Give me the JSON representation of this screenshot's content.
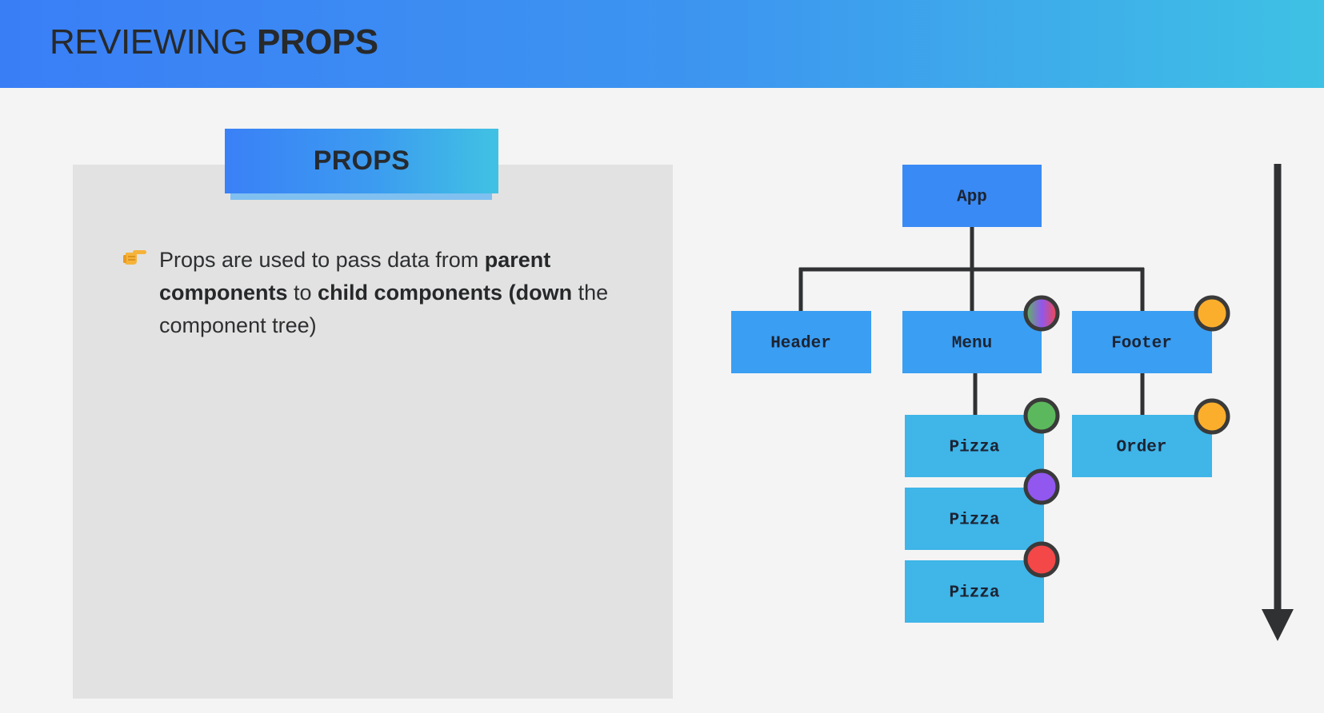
{
  "header": {
    "title_light": "REVIEWING ",
    "title_bold": "PROPS"
  },
  "card": {
    "tab_label": "PROPS",
    "bullet_icon": "pointing-hand-icon",
    "bullet": {
      "t1": "Props are used to pass data from ",
      "b1": "parent components",
      "t2": " to ",
      "b2": "child components",
      "t3": " ",
      "b3": "(down",
      "t4": " the component tree)"
    }
  },
  "tree": {
    "nodes": [
      {
        "id": "app",
        "label": "App"
      },
      {
        "id": "header",
        "label": "Header"
      },
      {
        "id": "menu",
        "label": "Menu"
      },
      {
        "id": "footer",
        "label": "Footer"
      },
      {
        "id": "pizza1",
        "label": "Pizza"
      },
      {
        "id": "pizza2",
        "label": "Pizza"
      },
      {
        "id": "pizza3",
        "label": "Pizza"
      },
      {
        "id": "order",
        "label": "Order"
      }
    ],
    "prop_dots": [
      {
        "node": "menu",
        "color": "multicolor"
      },
      {
        "node": "footer",
        "color": "#fbae2c"
      },
      {
        "node": "pizza1",
        "color": "#5cb85c"
      },
      {
        "node": "order",
        "color": "#fbae2c"
      },
      {
        "node": "pizza2",
        "color": "#9157ee"
      },
      {
        "node": "pizza3",
        "color": "#f44747"
      }
    ],
    "direction_arrow": "down-arrow-icon"
  },
  "colors": {
    "node_dark": "#3a8af5",
    "node_light": "#3fb5e8",
    "line": "#2f3133"
  }
}
